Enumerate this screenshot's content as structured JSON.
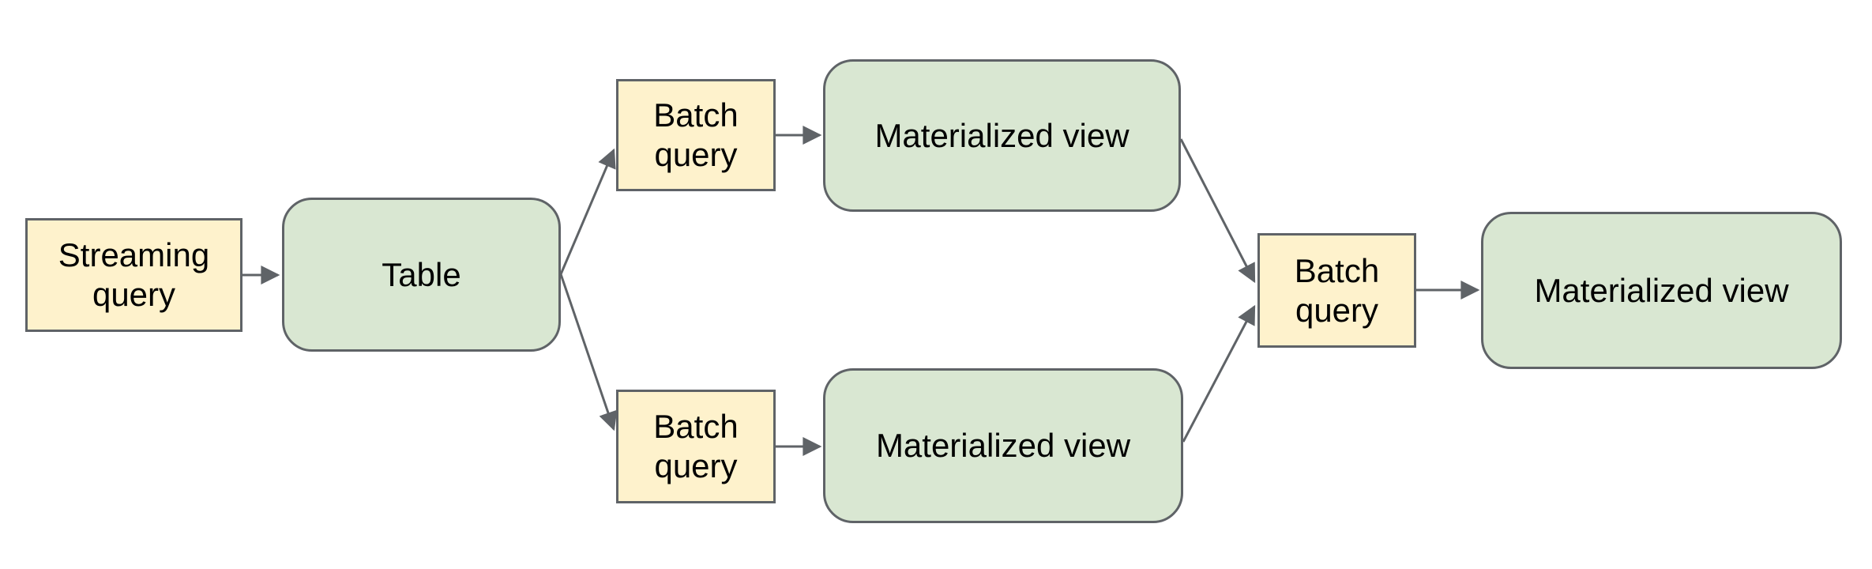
{
  "diagram": {
    "nodes": [
      {
        "id": "streaming-query",
        "label": "Streaming query",
        "type": "query"
      },
      {
        "id": "table",
        "label": "Table",
        "type": "table"
      },
      {
        "id": "batch-query-top",
        "label": "Batch query",
        "type": "query"
      },
      {
        "id": "materialized-view-top",
        "label": "Materialized view",
        "type": "view"
      },
      {
        "id": "batch-query-bottom",
        "label": "Batch query",
        "type": "query"
      },
      {
        "id": "materialized-view-bottom",
        "label": "Materialized view",
        "type": "view"
      },
      {
        "id": "batch-query-right",
        "label": "Batch query",
        "type": "query"
      },
      {
        "id": "materialized-view-right",
        "label": "Materialized view",
        "type": "view"
      }
    ],
    "edges": [
      {
        "from": "streaming-query",
        "to": "table"
      },
      {
        "from": "table",
        "to": "batch-query-top"
      },
      {
        "from": "table",
        "to": "batch-query-bottom"
      },
      {
        "from": "batch-query-top",
        "to": "materialized-view-top"
      },
      {
        "from": "batch-query-bottom",
        "to": "materialized-view-bottom"
      },
      {
        "from": "materialized-view-top",
        "to": "batch-query-right"
      },
      {
        "from": "materialized-view-bottom",
        "to": "batch-query-right"
      },
      {
        "from": "batch-query-right",
        "to": "materialized-view-right"
      }
    ],
    "colors": {
      "query_fill": "#fef2cc",
      "view_fill": "#d9e7d2",
      "border": "#5f6367",
      "arrow": "#5f6367",
      "text": "#000000",
      "background": "#ffffff"
    }
  }
}
